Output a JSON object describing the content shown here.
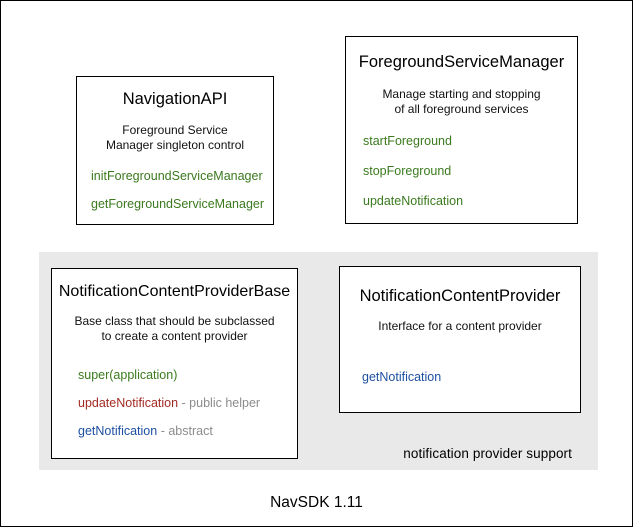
{
  "colors": {
    "method_green": "#3b7a1e",
    "method_red": "#a32b24",
    "method_blue": "#1d50a2",
    "annotation_gray": "#8c8c8c",
    "region_gray": "#e9e9e9"
  },
  "caption": "NavSDK 1.11",
  "region": {
    "label": "notification provider support"
  },
  "boxes": {
    "navigation_api": {
      "title": "NavigationAPI",
      "subtitle_lines": [
        "Foreground Service",
        "Manager singleton control"
      ],
      "methods": [
        {
          "name": "initForegroundServiceManager",
          "color": "green",
          "annotation": ""
        },
        {
          "name": "getForegroundServiceManager",
          "color": "green",
          "annotation": ""
        }
      ]
    },
    "foreground_service_manager": {
      "title": "ForegroundServiceManager",
      "subtitle_lines": [
        "Manage starting and stopping",
        "of all foreground services"
      ],
      "methods": [
        {
          "name": "startForeground",
          "color": "green",
          "annotation": ""
        },
        {
          "name": "stopForeground",
          "color": "green",
          "annotation": ""
        },
        {
          "name": "updateNotification",
          "color": "green",
          "annotation": ""
        }
      ]
    },
    "notification_content_provider_base": {
      "title": "NotificationContentProviderBase",
      "subtitle_lines": [
        "Base class that should be subclassed",
        "to create a content provider"
      ],
      "methods": [
        {
          "name": "super(application)",
          "color": "green",
          "annotation": ""
        },
        {
          "name": "updateNotification",
          "color": "red",
          "annotation": " - public helper"
        },
        {
          "name": "getNotification",
          "color": "blue",
          "annotation": " - abstract"
        }
      ]
    },
    "notification_content_provider": {
      "title": "NotificationContentProvider",
      "subtitle_lines": [
        "Interface for a content provider"
      ],
      "methods": [
        {
          "name": "getNotification",
          "color": "blue",
          "annotation": ""
        }
      ]
    }
  }
}
